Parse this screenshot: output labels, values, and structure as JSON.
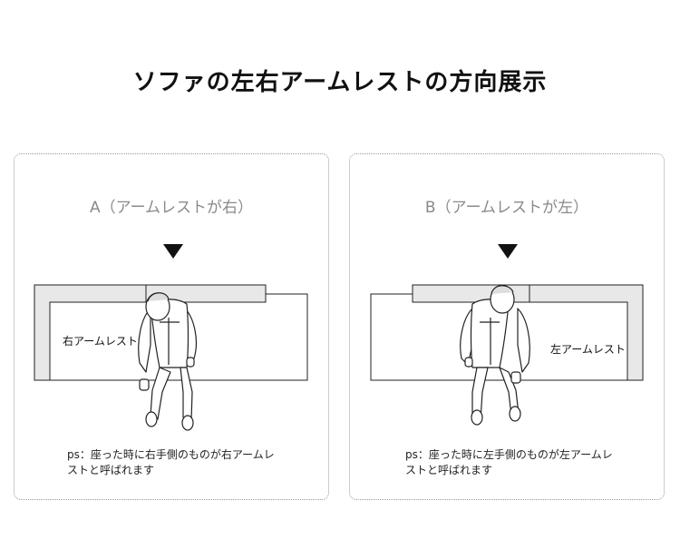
{
  "title": "ソファの左右アームレストの方向展示",
  "panels": [
    {
      "label": "A（アームレストが右）",
      "arm_label": "右アームレスト",
      "note": "ps：座った時に右手側のものが右アームレストと呼ばれます"
    },
    {
      "label": "B（アームレストが左）",
      "arm_label": "左アームレスト",
      "note": "ps：座った時に左手側のものが左アームレストと呼ばれます"
    }
  ],
  "colors": {
    "arm_fill": "#e8e8e8",
    "line": "#222222",
    "arrow": "#111111",
    "label_gray": "#8a8a8a"
  },
  "icons": [
    "down-triangle-icon",
    "person-figure-icon"
  ]
}
